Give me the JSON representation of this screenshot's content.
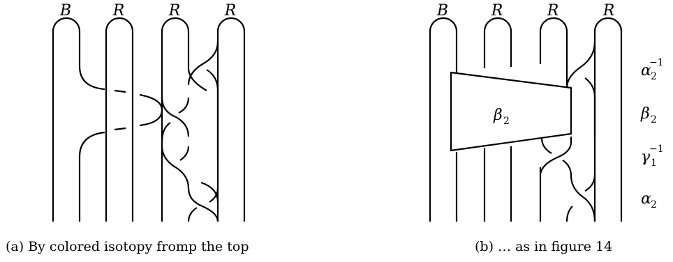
{
  "panel_a": {
    "strand_labels": [
      "B",
      "R",
      "R",
      "R"
    ],
    "caption": "(a) By colored isotopy fromp the top"
  },
  "panel_b": {
    "strand_labels": [
      "B",
      "R",
      "R",
      "R"
    ],
    "box_label": {
      "symbol": "β",
      "sub": "2"
    },
    "caption": "(b) … as in figure 14",
    "side_labels": [
      {
        "symbol": "α",
        "sub": "2",
        "sup": "−1"
      },
      {
        "symbol": "β",
        "sub": "2",
        "sup": ""
      },
      {
        "symbol": "γ",
        "sub": "1",
        "sup": "−1"
      },
      {
        "symbol": "α",
        "sub": "2",
        "sup": ""
      }
    ]
  }
}
